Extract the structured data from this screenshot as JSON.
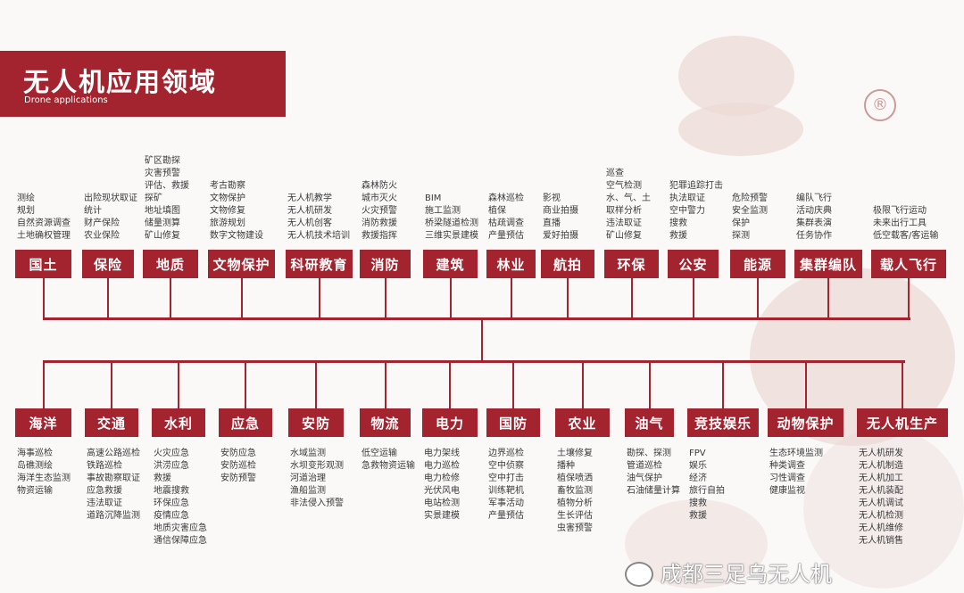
{
  "header": {
    "title": "无人机应用领域",
    "subtitle": "Drone applications"
  },
  "registered_mark": "®",
  "watermark": {
    "text": "成都三足乌无人机",
    "icon": "wechat-icon"
  },
  "colors": {
    "accent": "#a3232e"
  },
  "top_row": [
    {
      "label": "国土",
      "items": [
        "测绘",
        "规划",
        "自然资源调查",
        "土地确权管理"
      ]
    },
    {
      "label": "保险",
      "items": [
        "出险现状取证",
        "统计",
        "财产保险",
        "农业保险"
      ]
    },
    {
      "label": "地质",
      "items": [
        "矿区勘探",
        "灾害预警",
        "评估、救援",
        "探矿",
        "地址填图",
        "储量测算",
        "矿山修复"
      ]
    },
    {
      "label": "文物保护",
      "items": [
        "考古勘察",
        "文物保护",
        "文物修复",
        "旅游规划",
        "数字文物建设"
      ]
    },
    {
      "label": "科研教育",
      "items": [
        "无人机教学",
        "无人机研发",
        "无人机创客",
        "无人机技术培训"
      ]
    },
    {
      "label": "消防",
      "items": [
        "森林防火",
        "城市灭火",
        "火灾预警",
        "消防救援",
        "救援指挥"
      ]
    },
    {
      "label": "建筑",
      "items": [
        "BIM",
        "施工监测",
        "桥梁隧道检测",
        "三维实景建模"
      ]
    },
    {
      "label": "林业",
      "items": [
        "森林巡检",
        "植保",
        "枯疏调查",
        "产量预估"
      ]
    },
    {
      "label": "航拍",
      "items": [
        "影视",
        "商业拍摄",
        "直播",
        "爱好拍摄"
      ]
    },
    {
      "label": "环保",
      "items": [
        "巡查",
        "空气检测",
        "水、气、土",
        "取样分析",
        "违法取证",
        "矿山修复"
      ]
    },
    {
      "label": "公安",
      "items": [
        "犯罪追踪打击",
        "执法取证",
        "空中警力",
        "搜救",
        "救援"
      ]
    },
    {
      "label": "能源",
      "items": [
        "危险预警",
        "安全监测",
        "保护",
        "探测"
      ]
    },
    {
      "label": "集群编队",
      "items": [
        "编队飞行",
        "活动庆典",
        "集群表演",
        "任务协作"
      ]
    },
    {
      "label": "载人飞行",
      "items": [
        "极限飞行运动",
        "未来出行工具",
        "低空载客/客运输"
      ]
    }
  ],
  "bottom_row": [
    {
      "label": "海洋",
      "items": [
        "海事巡检",
        "岛礁测绘",
        "海洋生态监测",
        "物资运输"
      ]
    },
    {
      "label": "交通",
      "items": [
        "高速公路巡检",
        "铁路巡检",
        "事故勘察取证",
        "应急救援",
        "违法取证",
        "道路沉降监测"
      ]
    },
    {
      "label": "水利",
      "items": [
        "火灾应急",
        "洪涝应急",
        "救援",
        "地震搜救",
        "环保应急",
        "疫情应急",
        "地质灾害应急",
        "通信保障应急"
      ]
    },
    {
      "label": "应急",
      "items": [
        "安防应急",
        "安防巡检",
        "安防预警"
      ]
    },
    {
      "label": "安防",
      "items": [
        "水域监测",
        "水坝变形观测",
        "河道治理",
        "渔船监测",
        "非法侵入预警"
      ]
    },
    {
      "label": "物流",
      "items": [
        "低空运输",
        "急救物资运输"
      ]
    },
    {
      "label": "电力",
      "items": [
        "电力架线",
        "电力巡检",
        "电力检修",
        "光伏风电",
        "电站检测",
        "实景建模"
      ]
    },
    {
      "label": "国防",
      "items": [
        "边界巡检",
        "空中侦察",
        "空中打击",
        "训练靶机",
        "军事活动",
        "产量预估"
      ]
    },
    {
      "label": "农业",
      "items": [
        "土壤修复",
        "播种",
        "植保喷洒",
        "畜牧监测",
        "植物分析",
        "生长评估",
        "虫害预警"
      ]
    },
    {
      "label": "油气",
      "items": [
        "勘探、探测",
        "管道巡检",
        "油气保护",
        "石油储量计算"
      ]
    },
    {
      "label": "竞技娱乐",
      "items": [
        "FPV",
        "娱乐",
        "经济",
        "旅行自拍",
        "搜救",
        "救援"
      ]
    },
    {
      "label": "动物保护",
      "items": [
        "生态环境监测",
        "种类调查",
        "习性调查",
        "健康监视"
      ]
    },
    {
      "label": "无人机生产",
      "items": [
        "无人机研发",
        "无人机制造",
        "无人机加工",
        "无人机装配",
        "无人机调试",
        "无人机检测",
        "无人机维修",
        "无人机销售"
      ]
    }
  ]
}
